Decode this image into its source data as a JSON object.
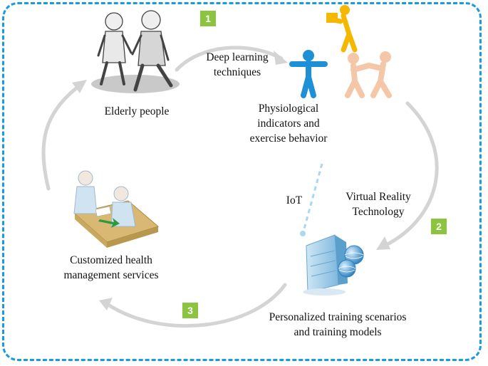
{
  "nodes": {
    "elderly_people": "Elderly people",
    "physiological_line1": "Physiological",
    "physiological_line2": "indicators and",
    "physiological_line3": "exercise behavior",
    "training_line1": "Personalized training scenarios",
    "training_line2": "and training models",
    "health_line1": "Customized health",
    "health_line2": "management services"
  },
  "edges": {
    "deep_learning_line1": "Deep learning",
    "deep_learning_line2": "techniques",
    "vr_line1": "Virtual Reality",
    "vr_line2": "Technology",
    "iot": "IoT"
  },
  "steps": [
    "1",
    "2",
    "3"
  ],
  "colors": {
    "border": "#1a9be0",
    "badge": "#8bc53f",
    "arrow": "#d4d4d4",
    "figure_blue": "#1e90d6",
    "figure_peach": "#f4c7a8",
    "figure_yellow": "#f5b800"
  }
}
